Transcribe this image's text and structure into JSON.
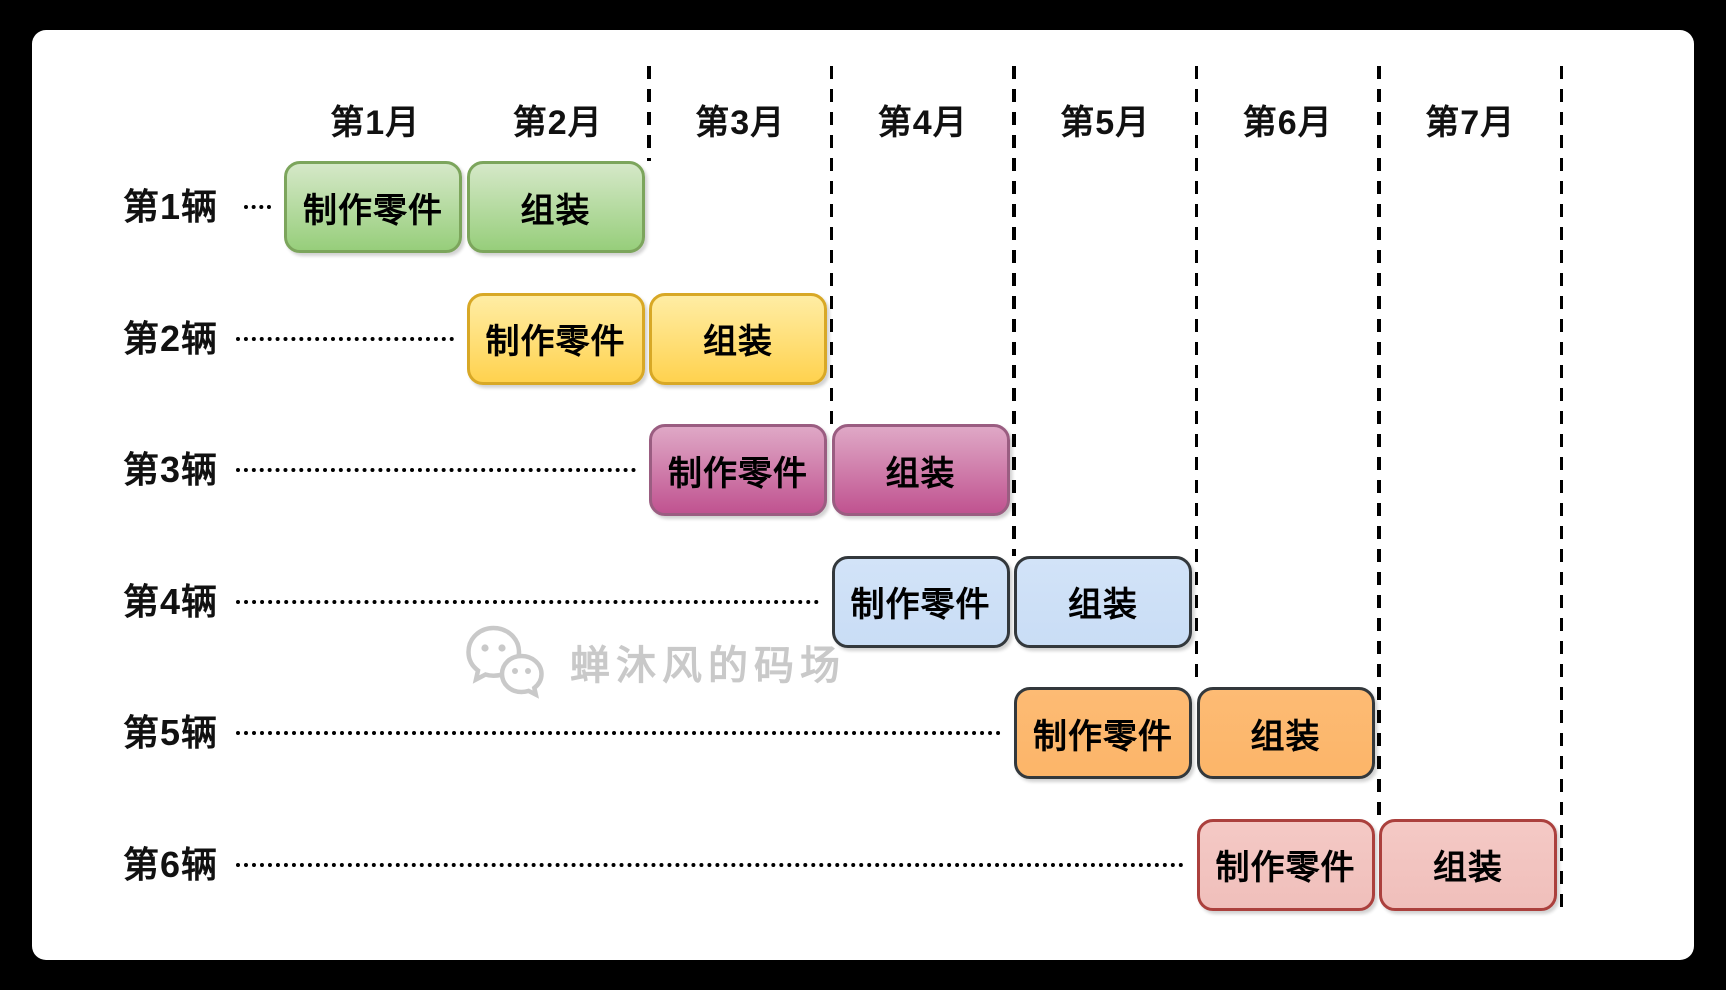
{
  "header": {
    "months": [
      "第1月",
      "第2月",
      "第3月",
      "第4月",
      "第5月",
      "第6月",
      "第7月"
    ]
  },
  "rows": [
    {
      "label": "第1辆",
      "start_month": 1,
      "color_key": "green",
      "tasks": [
        {
          "label": "制作零件"
        },
        {
          "label": "组装"
        }
      ]
    },
    {
      "label": "第2辆",
      "start_month": 2,
      "color_key": "yellow",
      "tasks": [
        {
          "label": "制作零件"
        },
        {
          "label": "组装"
        }
      ]
    },
    {
      "label": "第3辆",
      "start_month": 3,
      "color_key": "magenta",
      "tasks": [
        {
          "label": "制作零件"
        },
        {
          "label": "组装"
        }
      ]
    },
    {
      "label": "第4辆",
      "start_month": 4,
      "color_key": "blue",
      "tasks": [
        {
          "label": "制作零件"
        },
        {
          "label": "组装"
        }
      ]
    },
    {
      "label": "第5辆",
      "start_month": 5,
      "color_key": "orange",
      "tasks": [
        {
          "label": "制作零件"
        },
        {
          "label": "组装"
        }
      ]
    },
    {
      "label": "第6辆",
      "start_month": 6,
      "color_key": "red",
      "tasks": [
        {
          "label": "制作零件"
        },
        {
          "label": "组装"
        }
      ]
    }
  ],
  "colors": {
    "green": {
      "fill_top": "#d5e8c8",
      "fill_bottom": "#97ce7b",
      "border": "#7ca55c"
    },
    "yellow": {
      "fill_top": "#ffeda4",
      "fill_bottom": "#ffd24f",
      "border": "#d8a826"
    },
    "magenta": {
      "fill_top": "#dfa8c6",
      "fill_bottom": "#c05390",
      "border": "#9a5d81"
    },
    "blue": {
      "fill_top": "#d2e3f8",
      "fill_bottom": "#c9ddf5",
      "border": "#33383c"
    },
    "orange": {
      "fill_top": "#fdbb74",
      "fill_bottom": "#fcb569",
      "border": "#33383c"
    },
    "red": {
      "fill_top": "#f4c9c5",
      "fill_bottom": "#f0bfbb",
      "border": "#ab403d"
    }
  },
  "watermark": {
    "icon": "wechat-icon",
    "text": "蝉沐风的码场",
    "color": "#c9c9c9"
  },
  "chart_data": {
    "type": "bar",
    "subtype": "gantt",
    "title": "",
    "categories": [
      "第1辆",
      "第2辆",
      "第3辆",
      "第4辆",
      "第5辆",
      "第6辆"
    ],
    "x_axis_labels": [
      "第1月",
      "第2月",
      "第3月",
      "第4月",
      "第5月",
      "第6月",
      "第7月"
    ],
    "xlim_months": [
      0,
      7
    ],
    "series": [
      {
        "name": "制作零件",
        "start_month": [
          1,
          2,
          3,
          4,
          5,
          6
        ],
        "duration_months": [
          1,
          1,
          1,
          1,
          1,
          1
        ]
      },
      {
        "name": "组装",
        "start_month": [
          2,
          3,
          4,
          5,
          6,
          7
        ],
        "duration_months": [
          1,
          1,
          1,
          1,
          1,
          1
        ]
      }
    ],
    "legend": "none",
    "grid": "dashed vertical month boundaries"
  }
}
